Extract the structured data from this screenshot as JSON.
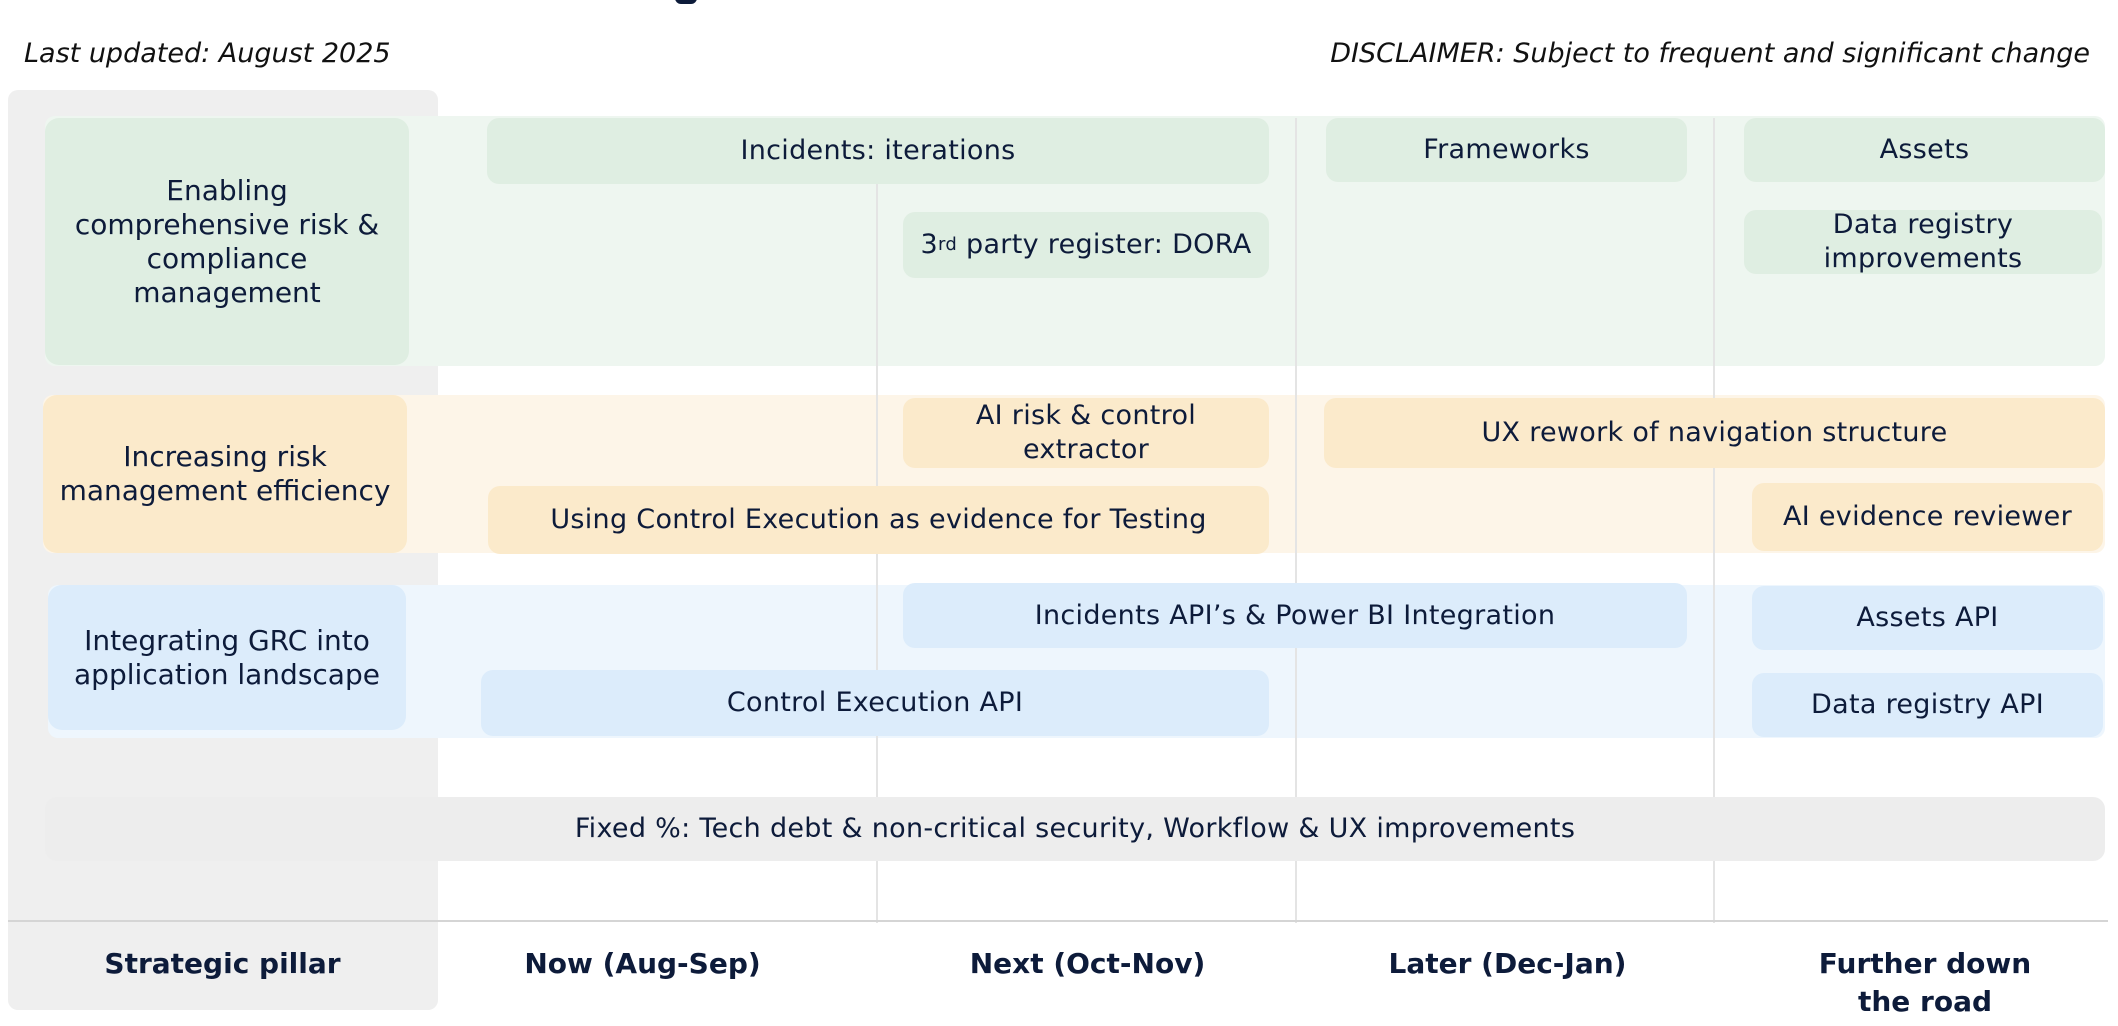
{
  "header": {
    "last_updated": "Last updated: August 2025",
    "disclaimer": "DISCLAIMER: Subject to frequent and significant change"
  },
  "columns": {
    "pillar": "Strategic pillar",
    "now": "Now (Aug-Sep)",
    "next": "Next (Oct-Nov)",
    "later": "Later (Dec-Jan)",
    "further": "Further down the road"
  },
  "pillars": {
    "risk_compliance": "Enabling comprehensive risk & compliance management",
    "efficiency": "Increasing risk management efficiency",
    "grc": "Integrating GRC into application landscape"
  },
  "items": {
    "incidents_iterations": "Incidents: iterations",
    "third_party_prefix": "3",
    "third_party_sup": "rd",
    "third_party_rest": " party register: DORA",
    "frameworks": "Frameworks",
    "assets": "Assets",
    "data_registry_improvements": "Data registry improvements",
    "ai_risk_control": "AI risk & control extractor",
    "ux_rework": "UX rework of navigation structure",
    "control_execution_evidence": "Using Control Execution as evidence for Testing",
    "ai_evidence_reviewer": "AI evidence reviewer",
    "incidents_api": "Incidents API’s & Power BI Integration",
    "assets_api": "Assets API",
    "control_execution_api": "Control Execution API",
    "data_registry_api": "Data registry API",
    "fixed_pct": "Fixed %: Tech debt & non-critical security, Workflow & UX improvements"
  },
  "colors": {
    "navy_text": "#0d1b3a",
    "green_band": "#eef6f0",
    "green_pill": "#dfeee2",
    "orange_band": "#fdf5e8",
    "orange_pill": "#fbeacb",
    "blue_band": "#eef6fd",
    "blue_pill": "#dcecfb",
    "grey_column": "#efefef"
  }
}
